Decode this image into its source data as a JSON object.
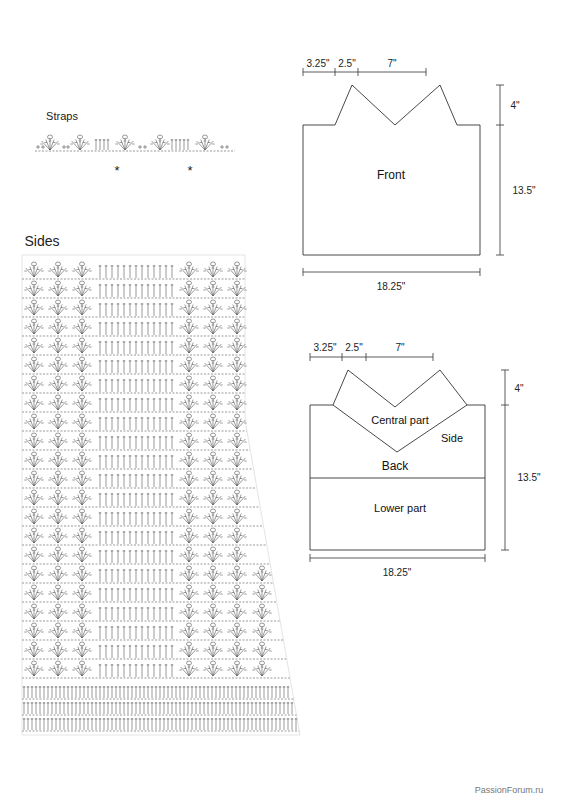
{
  "diagram": {
    "nodes": [
      {
        "text": [
          "Front"
        ]
      },
      {
        "text": [
          "Back"
        ]
      },
      {
        "text": [
          "Central part"
        ],
        "in": 1
      },
      {
        "text": [
          "Side"
        ],
        "in": 1
      },
      {
        "text": [
          "Lower part"
        ],
        "in": 1
      }
    ],
    "labels": [
      "Straps",
      "*",
      "*",
      "Sides",
      "3.25\"",
      "2.5\"",
      "7\"",
      "4\"",
      "13.5\"",
      "18.25\"",
      "3.25\"",
      "2.5\"",
      "7\"",
      "4\"",
      "13.5\"",
      "18.25\"",
      "PassionForum.ru"
    ]
  }
}
